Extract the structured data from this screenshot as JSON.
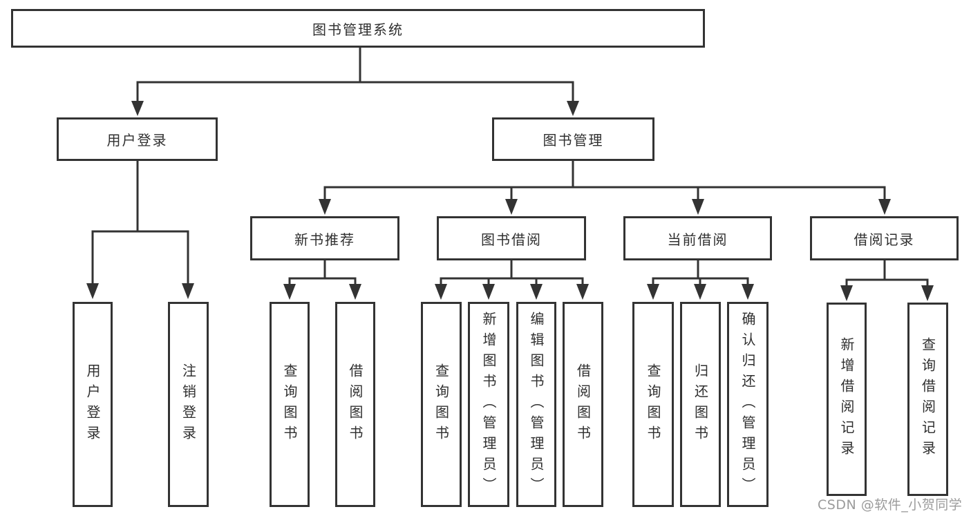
{
  "diagram_title": "图书管理系统",
  "nodes": {
    "root": "图书管理系统",
    "level2": {
      "user_login": "用户登录",
      "book_management": "图书管理"
    },
    "level3": {
      "new_book_recommend": "新书推荐",
      "book_borrow": "图书借阅",
      "current_borrow": "当前借阅",
      "borrow_records": "借阅记录"
    },
    "leaves": {
      "user_login": "用户登录",
      "logout": "注销登录",
      "query_books_1": "查询图书",
      "borrow_books_1": "借阅图书",
      "query_books_2": "查询图书",
      "add_book_admin": "新增图书（管理员）",
      "edit_book_admin": "编辑图书（管理员）",
      "borrow_books_2": "借阅图书",
      "query_books_3": "查询图书",
      "return_book": "归还图书",
      "confirm_return_admin": "确认归还（管理员）",
      "add_borrow_record": "新增借阅记录",
      "query_borrow_record": "查询借阅记录"
    }
  },
  "watermark": {
    "text": "CSDN @软件_小贺同学"
  },
  "colors": {
    "line": "#333333",
    "text": "#2f2f2f",
    "background": "#ffffff",
    "watermark": "#9b9b9b"
  }
}
